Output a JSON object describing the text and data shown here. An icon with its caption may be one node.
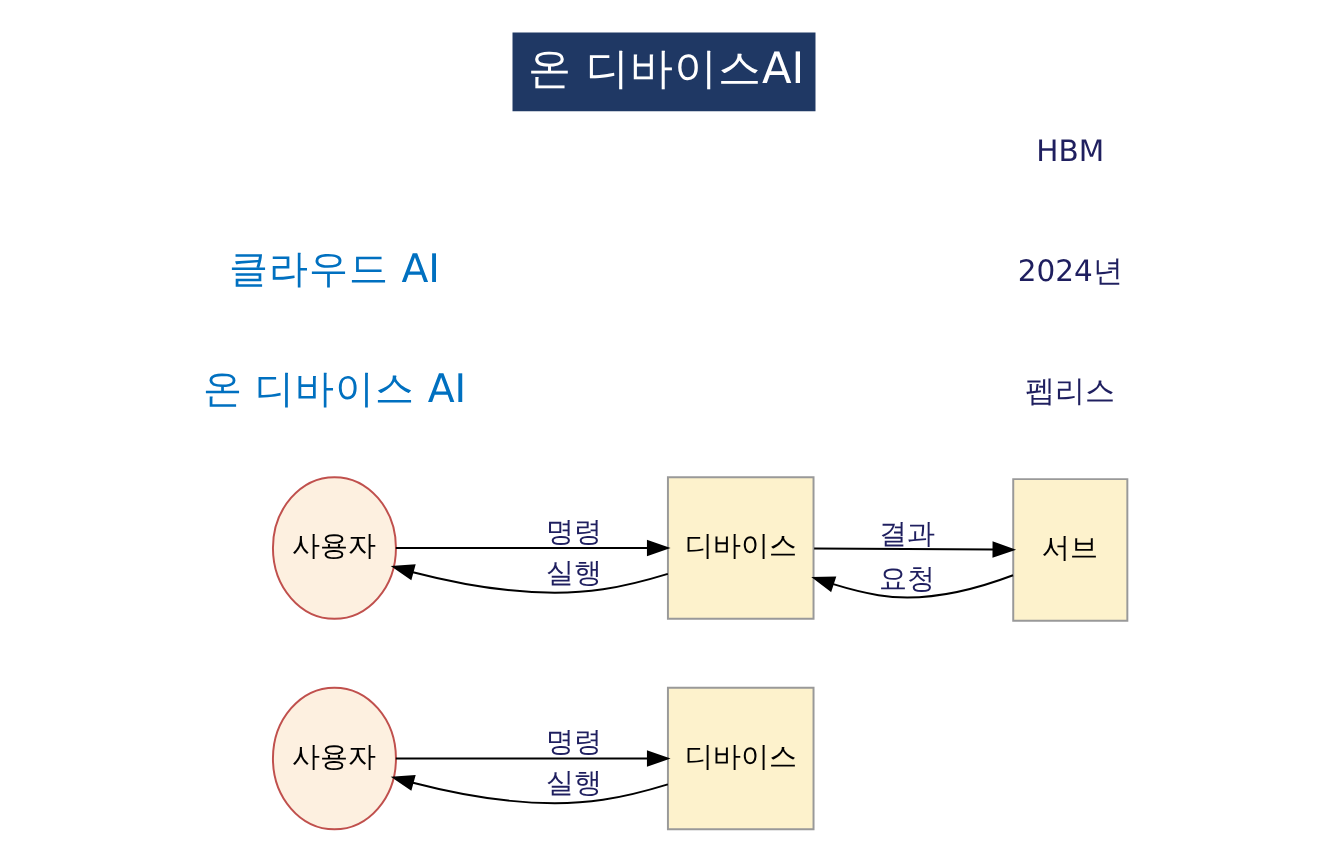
{
  "diagram": {
    "title": "온 디바이스AI",
    "nodes": [
      {
        "text": [
          "사용자"
        ]
      },
      {
        "text": [
          "디바이스"
        ]
      },
      {
        "text": [
          "사용자"
        ]
      },
      {
        "text": [
          "디바이스"
        ]
      },
      {
        "text": [
          "서브"
        ]
      }
    ],
    "edges": [
      {
        "from": 0,
        "to": 1,
        "arrow": "to",
        "label": "명령"
      },
      {
        "from": 1,
        "to": 0,
        "arrow": "to",
        "label": "실행"
      },
      {
        "from": 2,
        "to": 3,
        "arrow": "to",
        "label": "명령"
      },
      {
        "from": 3,
        "to": 2,
        "arrow": "to",
        "label": "실행"
      },
      {
        "from": 4,
        "to": 3,
        "arrow": "to",
        "label": "요청"
      },
      {
        "from": 3,
        "to": 4,
        "arrow": "to",
        "label": "결과"
      }
    ],
    "labels": [
      "온 디바이스 AI",
      "펩리스",
      "2024년",
      "클라우드 AI",
      "HBM"
    ]
  }
}
